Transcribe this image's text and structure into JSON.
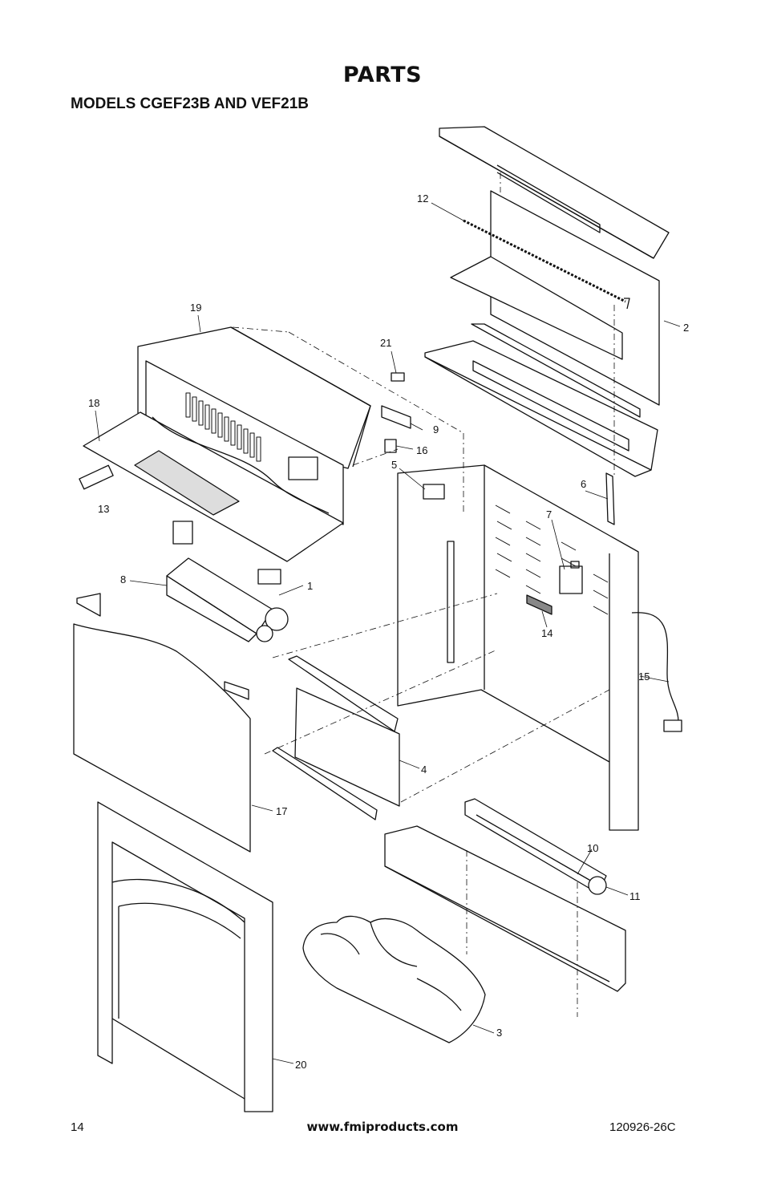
{
  "page": {
    "title": "PARTS",
    "subtitle": "MODELS CGEF23B AND VEF21B"
  },
  "callouts": [
    "1",
    "2",
    "3",
    "4",
    "5",
    "6",
    "7",
    "8",
    "9",
    "10",
    "11",
    "12",
    "13",
    "14",
    "15",
    "16",
    "17",
    "18",
    "19",
    "20",
    "21"
  ],
  "footer": {
    "page_number": "14",
    "website": "www.fmiproducts.com",
    "doc_code": "120926-26C"
  }
}
